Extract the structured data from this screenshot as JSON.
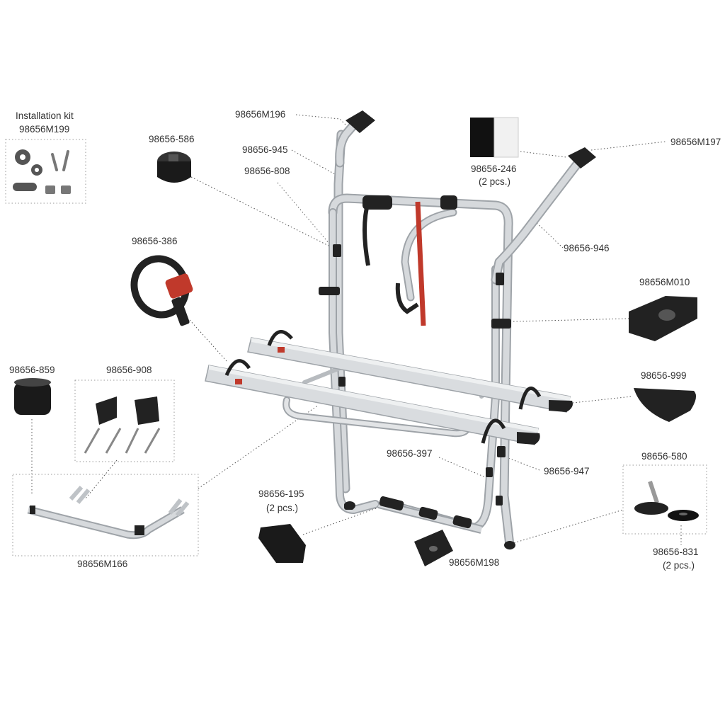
{
  "colors": {
    "frame": "#c9cccf",
    "frame_shade": "#9ea3a8",
    "part_dark": "#222222",
    "accent_red": "#c0392b",
    "leader": "#555555"
  },
  "installation_kit": {
    "title": "Installation kit",
    "code": "98656M199"
  },
  "parts": {
    "m196": "98656M196",
    "p586": "98656-586",
    "p945": "98656-945",
    "p808": "98656-808",
    "p246": "98656-246",
    "p246_qty": "(2 pcs.)",
    "m197": "98656M197",
    "p946": "98656-946",
    "p386": "98656-386",
    "m010": "98656M010",
    "p859": "98656-859",
    "p908": "98656-908",
    "p999": "98656-999",
    "p397": "98656-397",
    "p947": "98656-947",
    "p580": "98656-580",
    "p195": "98656-195",
    "p195_qty": "(2 pcs.)",
    "m166": "98656M166",
    "m198": "98656M198",
    "p831": "98656-831",
    "p831_qty": "(2 pcs.)"
  },
  "icons": [
    "gear-icon",
    "screw-icon",
    "chain-icon",
    "nut-icon",
    "rivet-icon",
    "strap-icon",
    "cap-icon",
    "foot-icon",
    "pad-icon",
    "holder-icon",
    "clamp-icon"
  ]
}
